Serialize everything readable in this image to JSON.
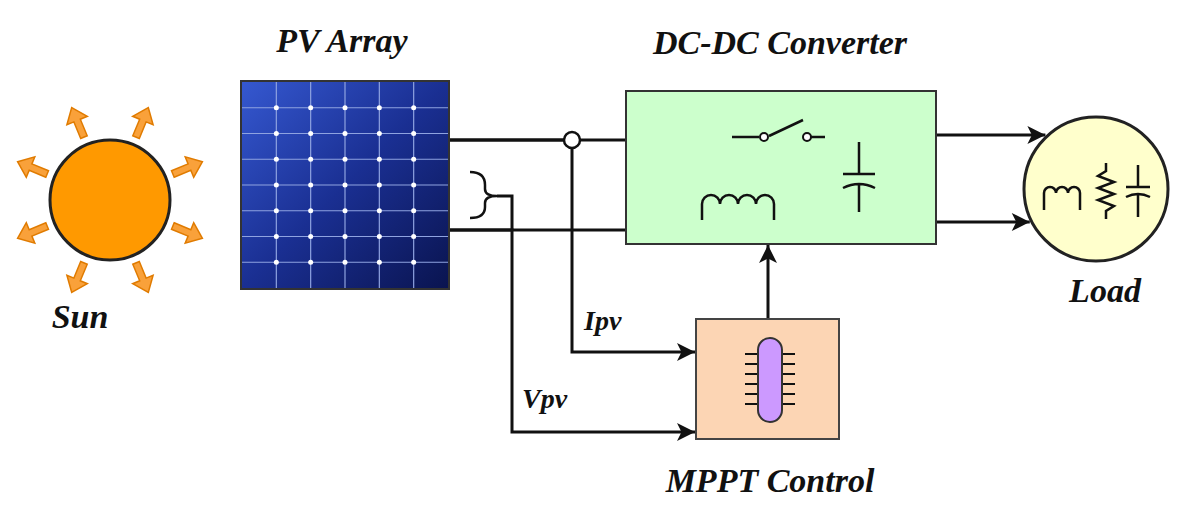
{
  "diagram": {
    "nodes": [
      {
        "text": [
          "Sun"
        ]
      },
      {
        "text": [
          "PV Array"
        ]
      },
      {
        "text": [
          "DC-DC Converter"
        ]
      },
      {
        "text": [
          "Load"
        ]
      },
      {
        "text": [
          "MPPT Control"
        ]
      }
    ],
    "edges": [
      {
        "from": 1,
        "to": 2,
        "arrow": "none"
      },
      {
        "from": 1,
        "to": 2,
        "arrow": "none"
      },
      {
        "from": 2,
        "to": 3,
        "arrow": "to"
      },
      {
        "from": 2,
        "to": 3,
        "arrow": "to"
      },
      {
        "from": 1,
        "to": 4,
        "arrow": "to",
        "label": "Ipv"
      },
      {
        "from": 1,
        "to": 4,
        "arrow": "to",
        "label": "Vpv"
      },
      {
        "from": 4,
        "to": 2,
        "arrow": "to"
      }
    ]
  }
}
